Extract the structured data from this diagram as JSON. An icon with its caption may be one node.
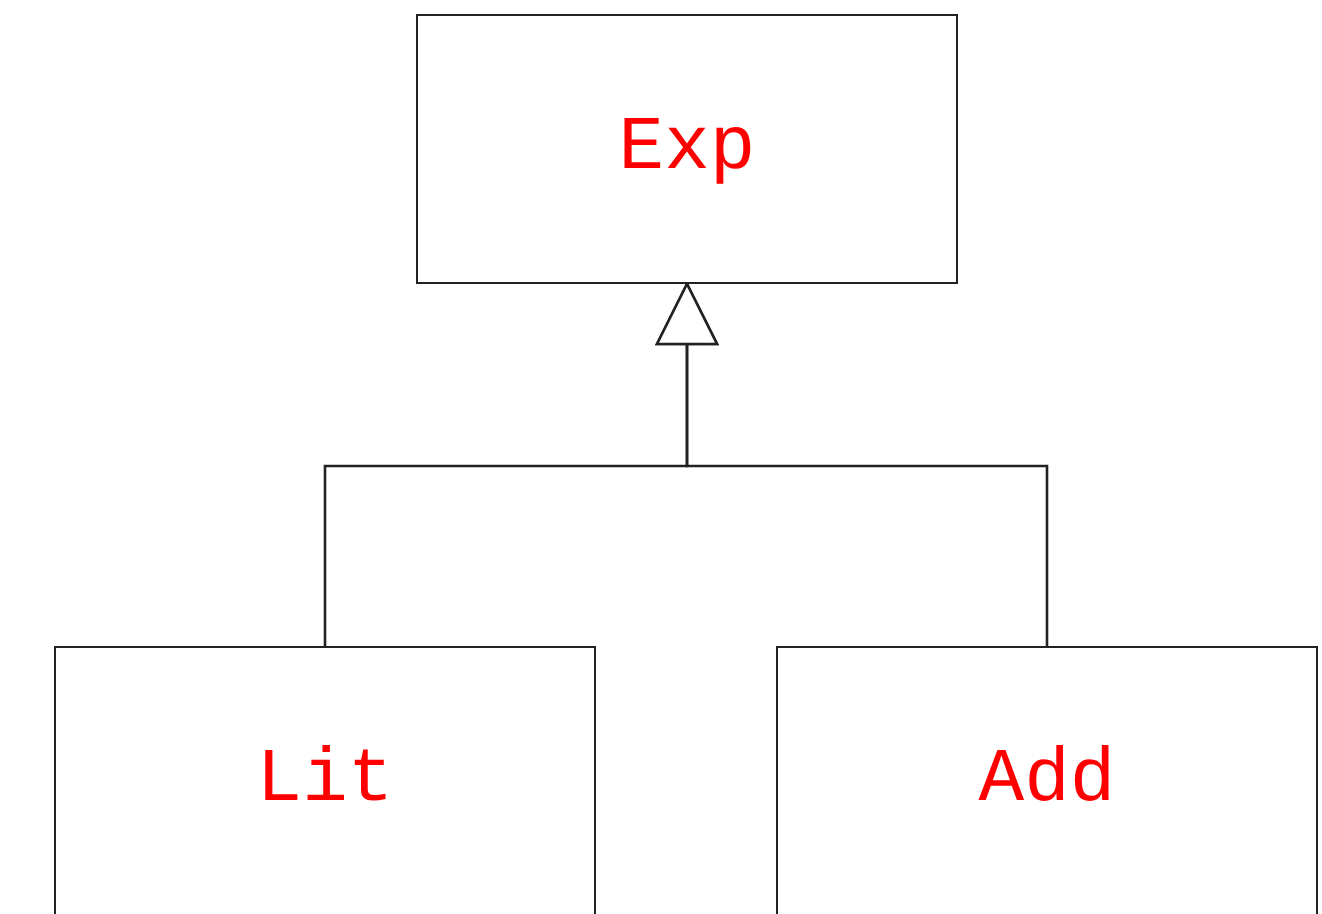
{
  "diagram": {
    "nodes": [
      {
        "text": [
          "Exp"
        ]
      },
      {
        "text": [
          "Lit"
        ]
      },
      {
        "text": [
          "Add"
        ]
      }
    ],
    "edges": [
      {
        "from": 1,
        "to": 0,
        "arrow": "to"
      },
      {
        "from": 2,
        "to": 0,
        "arrow": "to"
      }
    ]
  }
}
